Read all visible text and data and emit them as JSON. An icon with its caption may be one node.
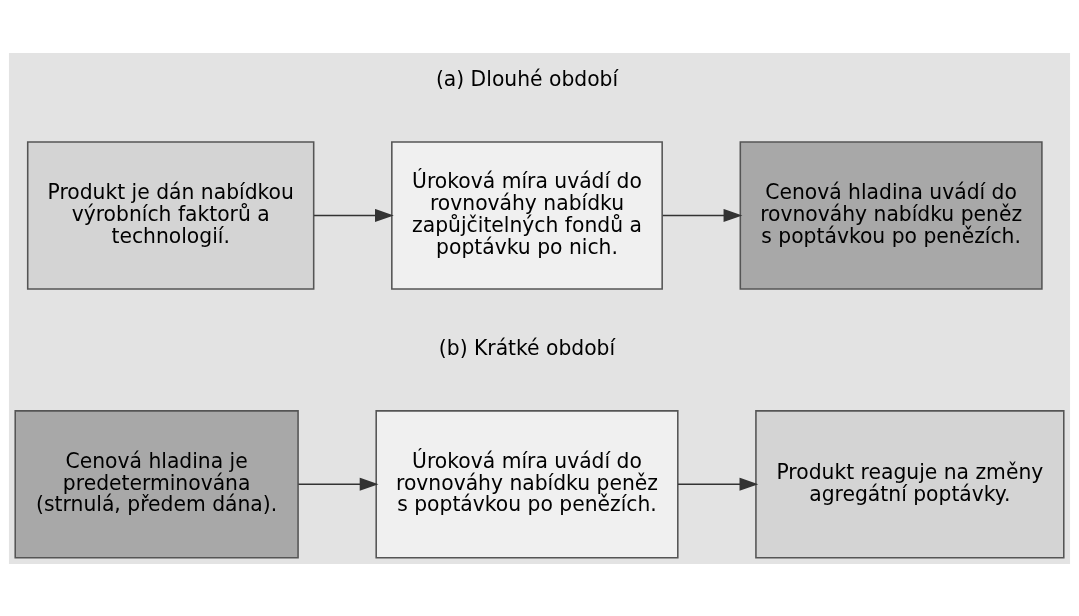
{
  "diagram": {
    "nodes": [
      {
        "text": [
          "Produkt je dán nabídkou výrobních faktorů a technologií."
        ]
      },
      {
        "text": [
          "Úroková míra uvádí do rovnováhy nabídku zapůjčitelných fondů a poptávku po nich."
        ]
      },
      {
        "text": [
          "Cenová hladina uvádí do rovnováhy nabídku peněz s poptávkou po penězích."
        ]
      },
      {
        "text": [
          "Cenová hladina je predeterminována (strnulá, předem dána)."
        ]
      },
      {
        "text": [
          "Úroková míra uvádí do rovnováhy nabídku peněz s poptávkou po penězích."
        ]
      },
      {
        "text": [
          "Produkt reaguje na změny agregátní poptávky."
        ]
      }
    ],
    "edges": [
      {
        "from": 0,
        "to": 1,
        "arrow": "to"
      },
      {
        "from": 1,
        "to": 2,
        "arrow": "to"
      },
      {
        "from": 3,
        "to": 4,
        "arrow": "to"
      },
      {
        "from": 4,
        "to": 5,
        "arrow": "to"
      }
    ],
    "labels": [
      "(a) Dlouhé období",
      "(b) Krátké období"
    ]
  }
}
